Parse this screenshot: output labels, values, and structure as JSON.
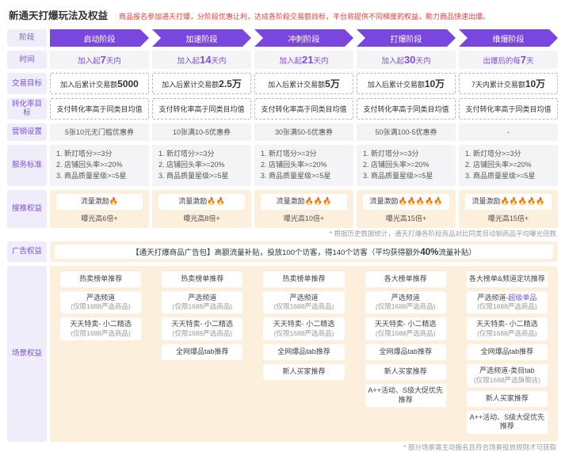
{
  "colors": {
    "accent_purple": "#7a46e0",
    "label_bg": "#efedfa",
    "peach": "#fcefdc",
    "alert_red": "#f03a3a",
    "highlight_purple": "#7a4fe0"
  },
  "header": {
    "title": "新通天打爆玩法及权益",
    "subtitle": "商品报名参加通天打爆，分阶段优惠让利，达成各阶段交易额目标，平台将提供不同梯度的权益，助力商品快速出爆。"
  },
  "row_labels": {
    "stage": "阶段",
    "time": "时间",
    "trade": "交易目标",
    "conversion": "转化率目标",
    "marketing": "营销设置",
    "service": "服务标准",
    "search": "搜推权益",
    "ad": "广告权益",
    "scene": "场景权益"
  },
  "stages": [
    "启动阶段",
    "加速阶段",
    "冲刺阶段",
    "打爆阶段",
    "维爆阶段"
  ],
  "time": [
    {
      "pre": "加入起",
      "num": "7",
      "post": "天内"
    },
    {
      "pre": "加入起",
      "num": "14",
      "post": "天内"
    },
    {
      "pre": "加入起",
      "num": "21",
      "post": "天内"
    },
    {
      "pre": "加入起",
      "num": "30",
      "post": "天内"
    },
    {
      "pre": "出爆后的每",
      "num": "7",
      "post": "天"
    }
  ],
  "trade": [
    {
      "pre": "加入后累计交易额",
      "num": "5000"
    },
    {
      "pre": "加入后累计交易额",
      "num": "2.5万"
    },
    {
      "pre": "加入后累计交易额",
      "num": "5万"
    },
    {
      "pre": "加入后累计交易额",
      "num": "10万"
    },
    {
      "pre": "7天内累计交易额",
      "num": "10万"
    }
  ],
  "conversion": "支付转化率高于同类目均值",
  "marketing": [
    "5张10元无门槛优惠券",
    "10张满10-5优惠券",
    "30张满50-5优惠券",
    "50张满100-5优惠券",
    "-"
  ],
  "service_items": [
    "1. 新灯塔分>=3分",
    "2. 店铺回头率>=20%",
    "3. 商品质量星级>=5星"
  ],
  "search": {
    "label": "流量激励",
    "cols": [
      {
        "flames": "🔥",
        "exposure": "曝光高6倍+"
      },
      {
        "flames": "🔥🔥",
        "exposure": "曝光高8倍+"
      },
      {
        "flames": "🔥🔥🔥",
        "exposure": "曝光高10倍+"
      },
      {
        "flames": "🔥🔥🔥🔥🔥",
        "exposure": "曝光高15倍+"
      },
      {
        "flames": "🔥🔥🔥🔥🔥",
        "exposure": "曝光高15倍+"
      }
    ],
    "footnote": "* 根据历史数据统计，通天打爆各阶段商品对比同类目动销商品平均曝光倍数"
  },
  "ad": {
    "pre": "【通天打爆商品广告包】高额流量补贴，投放100个访客，得140个访客（平均获得额外",
    "hl": "40%",
    "post": "流量补贴）"
  },
  "scene": {
    "cols": [
      [
        {
          "t": "热卖榜单推荐"
        },
        {
          "t": "严选频道",
          "s": "(仅限1688严选商品)"
        },
        {
          "t": "天天特卖- 小二精选",
          "s": "(仅限1688严选商品)"
        }
      ],
      [
        {
          "t": "热卖榜单推荐"
        },
        {
          "t": "严选频道",
          "s": "(仅限1688严选商品)"
        },
        {
          "t": "天天特卖- 小二精选",
          "s": "(仅限1688严选商品)"
        },
        {
          "t": "全网爆品tab推荐"
        }
      ],
      [
        {
          "t": "热卖榜单推荐"
        },
        {
          "t": "严选频道",
          "s": "(仅限1688严选商品)"
        },
        {
          "t": "天天特卖- 小二精选",
          "s": "(仅限1688严选商品)"
        },
        {
          "t": "全网爆品tab推荐"
        },
        {
          "t": "新人买家推荐"
        }
      ],
      [
        {
          "t": "各大榜单推荐"
        },
        {
          "t": "严选频道",
          "s": "(仅限1688严选商品)"
        },
        {
          "t": "天天特卖- 小二精选",
          "s": "(仅限1688严选商品)"
        },
        {
          "t": "全网爆品tab推荐"
        },
        {
          "t": "新人买家推荐"
        },
        {
          "t": "A++活动、S级大促优先推荐"
        }
      ],
      [
        {
          "t": "各大榜单&频道定坑推荐"
        },
        {
          "t": "严选频道-",
          "hl": "超级单品",
          "s": "(仅限1688严选商品)"
        },
        {
          "t": "天天特卖- 小二精选",
          "s": "(仅限1688严选商品)"
        },
        {
          "t": "全网爆品tab推荐"
        },
        {
          "t": "严选频道-类目tab",
          "s": "(仅限1688严选旗舰店)"
        },
        {
          "t": "新人买家推荐"
        },
        {
          "t": "A++活动、S级大促优先推荐"
        }
      ]
    ],
    "footnote": "* 部分场景需主动报名且符合场景投放规则才可获取"
  }
}
